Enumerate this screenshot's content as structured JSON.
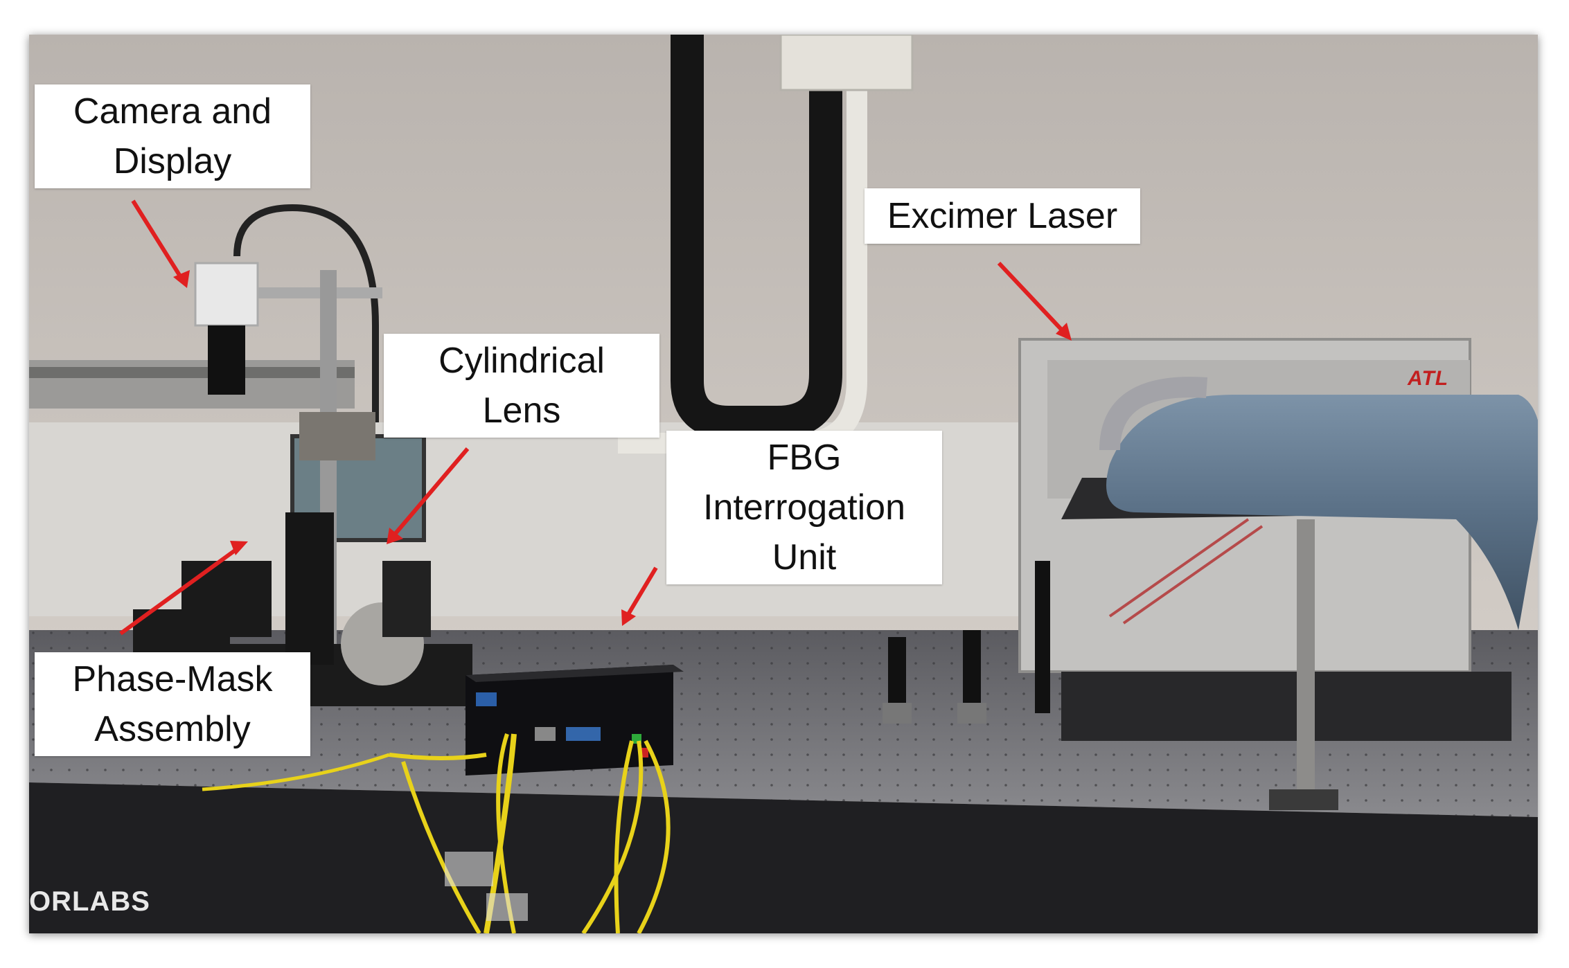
{
  "figure": {
    "labels": {
      "camera_display": {
        "line1": "Camera and",
        "line2": "Display"
      },
      "cylindrical_lens": {
        "line1": "Cylindrical",
        "line2": "Lens"
      },
      "excimer_laser": {
        "line1": "Excimer Laser"
      },
      "fbg_interrogation": {
        "line1": "FBG",
        "line2": "Interrogation",
        "line3": "Unit"
      },
      "phase_mask": {
        "line1": "Phase-Mask",
        "line2": "Assembly"
      }
    },
    "scene_text": {
      "laser_brand": "ATL",
      "table_brand": "ORLABS"
    },
    "colors": {
      "arrow": "#e02020",
      "wall": "#c4beb8",
      "table": "#2a2a2d",
      "fiber": "#e8d21a",
      "duct": "#5d7388"
    }
  }
}
